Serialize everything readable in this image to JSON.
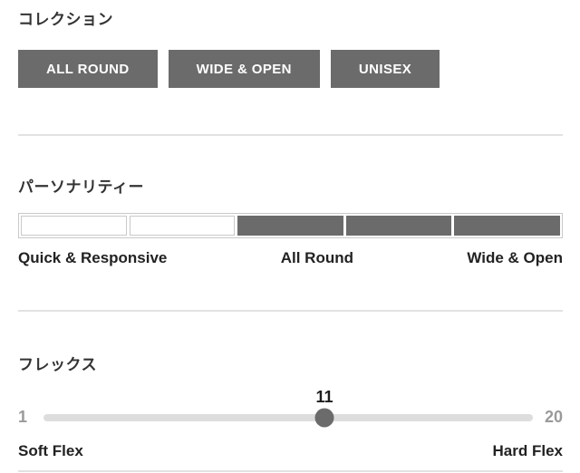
{
  "collection": {
    "heading": "コレクション",
    "buttons": [
      {
        "label": "ALL ROUND"
      },
      {
        "label": "WIDE & OPEN"
      },
      {
        "label": "UNISEX"
      }
    ]
  },
  "personality": {
    "heading": "パーソナリティー",
    "segments": [
      {
        "filled": false
      },
      {
        "filled": false
      },
      {
        "filled": true
      },
      {
        "filled": true
      },
      {
        "filled": true
      }
    ],
    "scale_labels": {
      "left": "Quick & Responsive",
      "center": "All Round",
      "right": "Wide & Open"
    }
  },
  "flex": {
    "heading": "フレックス",
    "min": "1",
    "max": "20",
    "value": "11",
    "value_percent": 57.4,
    "left_label": "Soft Flex",
    "right_label": "Hard Flex"
  },
  "colors": {
    "accent_gray": "#6b6b6b",
    "track_gray": "#dddddd",
    "divider": "#e2e2e2",
    "muted_text": "#9a9a9a",
    "heading_text": "#333333",
    "label_text": "#222222"
  }
}
